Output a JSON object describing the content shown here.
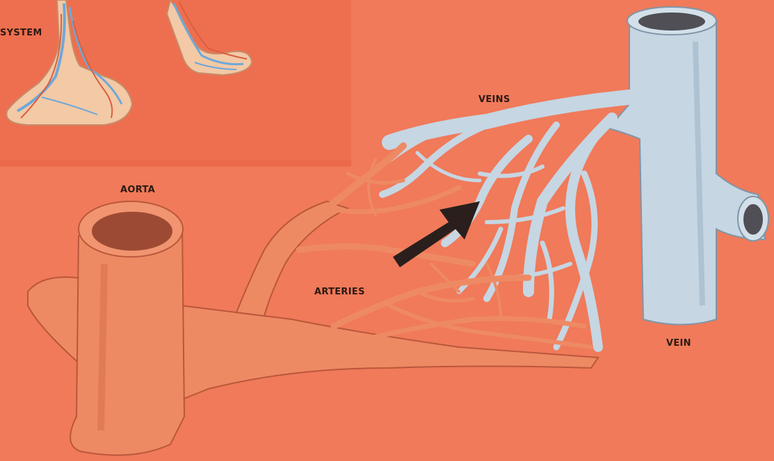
{
  "labels": {
    "system": "SYSTEM",
    "veins": "VEINS",
    "aorta": "AORTA",
    "arteries": "ARTERIES",
    "vein": "VEIN"
  },
  "colors": {
    "background": "#f07a5a",
    "inset_panel": "#ee6f4f",
    "artery": "#ee8a63",
    "artery_shadow": "#c8603e",
    "vein": "#c6d6e3",
    "vein_shadow": "#8ea5b8",
    "arrow": "#2a1f1c",
    "skin": "#f3c9a6",
    "blue_vessel": "#6fa8d8"
  }
}
